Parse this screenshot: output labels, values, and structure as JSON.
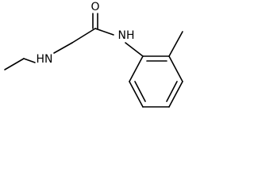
{
  "molecule": {
    "atoms": {
      "oxygen": "O",
      "amine_nh": "HN",
      "amide_nh": "NH"
    },
    "colors": {
      "bond": "#000000",
      "label": "#000000",
      "background": "#ffffff"
    }
  }
}
